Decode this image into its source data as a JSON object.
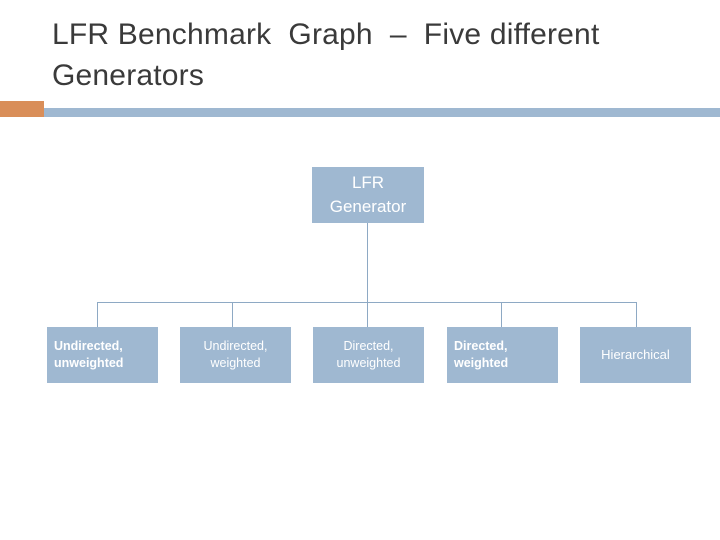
{
  "slide": {
    "title": "LFR Benchmark  Graph  –  Five different  Generators",
    "accent_blue": "#9fb8d1",
    "accent_orange": "#d98e59",
    "title_color": "#3a3a3a"
  },
  "diagram": {
    "type": "org-chart",
    "root": {
      "label": "LFR\nGenerator"
    },
    "children": [
      {
        "label": "Undirected,\nunweighted",
        "style": "bold",
        "align": "left"
      },
      {
        "label": "Undirected,\nweighted",
        "style": "plain",
        "align": "center"
      },
      {
        "label": "Directed,\nunweighted",
        "style": "plain",
        "align": "center"
      },
      {
        "label": "Directed,\nweighted",
        "style": "bold",
        "align": "left"
      },
      {
        "label": "Hierarchical",
        "style": "regular",
        "align": "center"
      }
    ]
  }
}
